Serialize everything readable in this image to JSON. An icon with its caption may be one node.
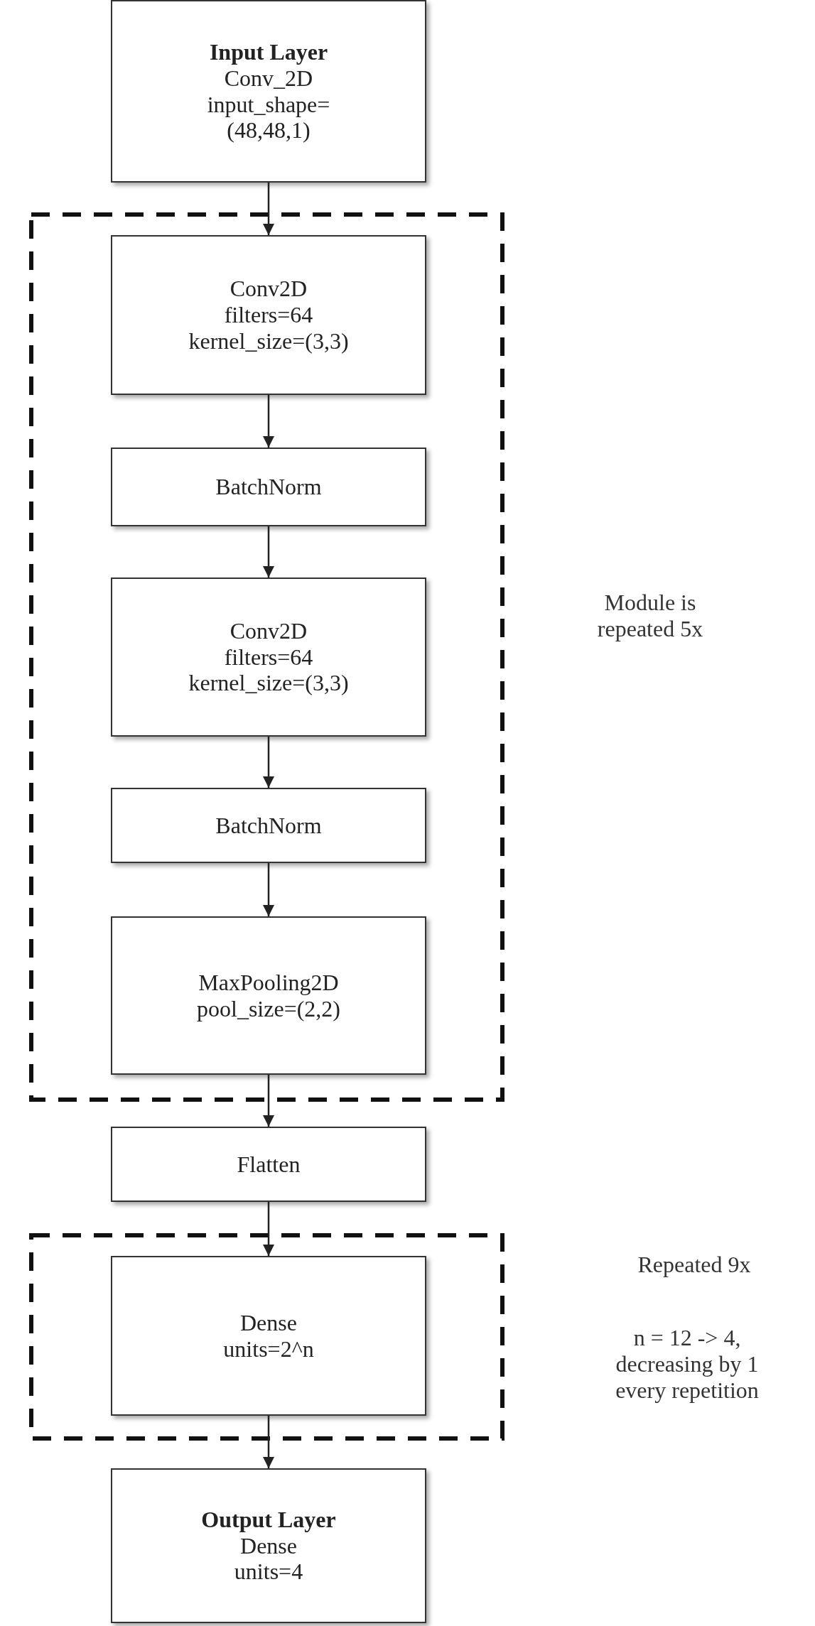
{
  "diagram": {
    "nodes": [
      {
        "text": [
          "Input Layer",
          "Conv_2D input_shape= (48,48,1)"
        ]
      },
      {
        "text": [],
        "shape": "box"
      },
      {
        "text": [
          "Conv2D filters=64 kernel_size=(3,3)"
        ],
        "in": 1
      },
      {
        "text": [
          "BatchNorm"
        ],
        "in": 1
      },
      {
        "text": [
          "Conv2D filters=64 kernel_size=(3,3)"
        ],
        "in": 1
      },
      {
        "text": [
          "BatchNorm"
        ],
        "in": 1
      },
      {
        "text": [
          "MaxPooling2D pool_size=(2,2)"
        ],
        "in": 1
      },
      {
        "text": [
          "Flatten"
        ]
      },
      {
        "text": [],
        "shape": "box"
      },
      {
        "text": [
          "Dense units=2^n"
        ],
        "in": 8
      },
      {
        "text": [
          "Output Layer",
          "Dense units=4"
        ]
      }
    ],
    "edges": [
      {
        "from": 0,
        "to": 2,
        "arrow": "to"
      },
      {
        "from": 2,
        "to": 3,
        "arrow": "to"
      },
      {
        "from": 3,
        "to": 4,
        "arrow": "to"
      },
      {
        "from": 4,
        "to": 5,
        "arrow": "to"
      },
      {
        "from": 5,
        "to": 6,
        "arrow": "to"
      },
      {
        "from": 6,
        "to": 7,
        "arrow": "to"
      },
      {
        "from": 7,
        "to": 9,
        "arrow": "to"
      },
      {
        "from": 9,
        "to": 10,
        "arrow": "to"
      }
    ],
    "labels": [
      "Module is repeated 5x",
      "Repeated 9x",
      "n = 12 -> 4, decreasing by 1 every repetition"
    ]
  }
}
